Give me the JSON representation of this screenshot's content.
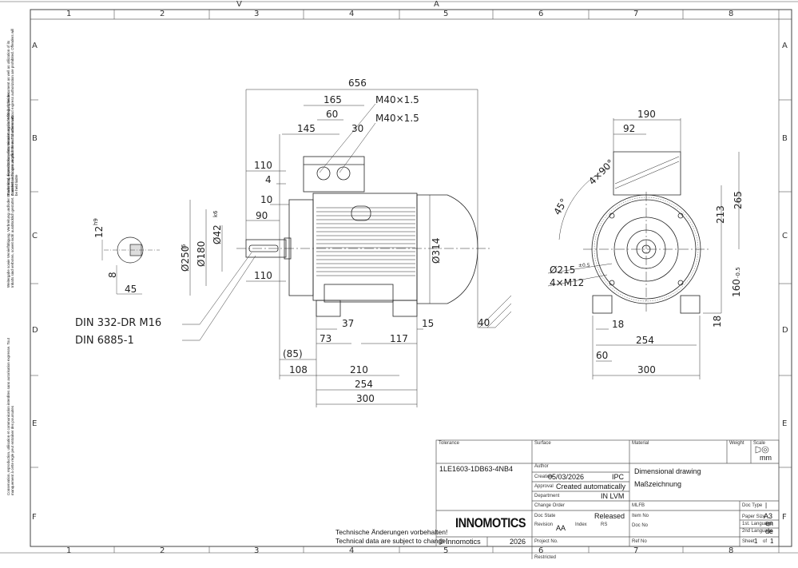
{
  "frame": {
    "col_labels": [
      "1",
      "2",
      "3",
      "4",
      "5",
      "6",
      "7",
      "8"
    ],
    "row_labels": [
      "A",
      "B",
      "C",
      "D",
      "E",
      "F"
    ],
    "top_marks": [
      "V",
      "A"
    ]
  },
  "dimensions": {
    "front": {
      "overall_length": "656",
      "terminal_box_width": "165",
      "terminal_offset_a": "60",
      "terminal_offset_b": "30",
      "terminal_pos": "145",
      "cable_gland_1": "M40×1.5",
      "cable_gland_2": "M40×1.5",
      "shaft_length": "110",
      "shaft_key_offset": "4",
      "shaft_shoulder": "10",
      "key_length": "90",
      "flange_dia": "Ø250",
      "spigot_dia": "Ø180",
      "spigot_fit": "j6",
      "shaft_dia": "Ø42",
      "shaft_fit": "k6",
      "motor_dia": "Ø314",
      "shaft_length_b": "110",
      "foot_b": "37",
      "foot_c": "73",
      "foot_d": "117",
      "foot_e": "15",
      "foot_f": "40",
      "foot_g": "(85)",
      "foot_h": "108",
      "foot_i": "210",
      "foot_j": "254",
      "foot_k": "300"
    },
    "key": {
      "key_height": "12",
      "key_fit": "h9",
      "key_width": "8",
      "shaft_height": "45"
    },
    "notes": {
      "centre_bore": "DIN 332-DR M16",
      "key_standard": "DIN 6885-1"
    },
    "side": {
      "box_width": "190",
      "box_offset": "92",
      "angle_a": "4×90°",
      "angle_b": "45°",
      "height_a": "213",
      "height_b": "265",
      "pcd": "Ø215",
      "pcd_tol": "±0.5",
      "holes": "4×M12",
      "shaft_height": "160",
      "shaft_height_tol": "-0.5",
      "foot_thk": "18",
      "foot_hole": "18",
      "foot_span": "254",
      "foot_edge": "60",
      "foot_width": "300"
    }
  },
  "title_block": {
    "tolerance_label": "Tolerance",
    "surface_label": "Surface",
    "material_label": "Material",
    "weight_label": "Weight",
    "scale_label": "Scale",
    "scale_unit": "mm",
    "part_number": "1LE1603-1DB63-4NB4",
    "author_label": "Author",
    "creation_label": "Creation",
    "creation_date": "05/03/2026",
    "creation_dept": "IPC",
    "approval_label": "Approval",
    "approval_value": "Created automatically",
    "department_label": "Department",
    "department_value": "IN LVM",
    "change_order_label": "Change Order",
    "doc_state_label": "Doc State",
    "doc_state_value": "Released",
    "revision_label": "Revision",
    "revision_value": "AA",
    "index_label": "Index",
    "index_value": "RS",
    "project_label": "Project No.",
    "title_en": "Dimensional drawing",
    "title_de": "Maßzeichnung",
    "mlfb_label": "MLFB",
    "item_label": "Item No",
    "docno_label": "Doc No",
    "refno_label": "Ref No",
    "doc_type_label": "Doc Type",
    "doc_type_value": "|",
    "paper_size_label": "Paper Size",
    "paper_size_value": "A3",
    "lang1_label": "1st. Language",
    "lang1_value": "en",
    "lang2_label": "2nd Language",
    "lang2_value": "de",
    "sheet_label": "Sheet",
    "sheet_value": "1",
    "sheet_of": "of",
    "sheet_total": "1",
    "company": "INNOMOTICS",
    "copyright": "© Innomotics",
    "year": "2026",
    "restricted": "Restricted",
    "notice_de": "Technische Änderungen vorbehalten!",
    "notice_en": "Technical data are subject to change!"
  },
  "side_notes": {
    "note1": "Transmittal, reproduction, dissemination and/or editing of this document as well as utilization of its contents and communication thereof to others without express authorization are prohibited. Offenders will be held liable",
    "note2": "Weitergabe sowie Vervielfältigung, Verbreitung und/oder Bearbeitung dieses Dokuments, Verwertung und Mitteilung seines Inhalts sind verboten, soweit nicht ausdrücklich gestattet. Zuwiderhandlungen verpflichten zu Schadenersatz",
    "note3": "Conservation, reproduction, utilisation et communication interdites sans autorisation expresse. Tout manquement à cette règle peut entraîner des poursuites"
  }
}
